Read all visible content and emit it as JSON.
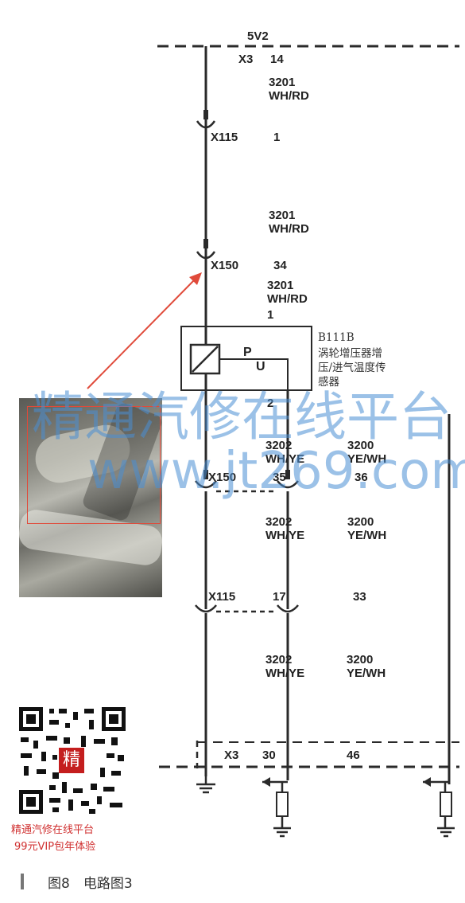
{
  "diagram": {
    "supply_label": "5V2",
    "x3_top": {
      "connector": "X3",
      "pin": "14"
    },
    "wire_top1": {
      "number": "3201",
      "color": "WH/RD"
    },
    "x115_top": {
      "connector": "X115",
      "pin": "1"
    },
    "wire_top2": {
      "number": "3201",
      "color": "WH/RD"
    },
    "x150_top": {
      "connector": "X150",
      "pin": "34"
    },
    "wire_top3": {
      "number": "3201",
      "color": "WH/RD",
      "sensor_pin": "1"
    },
    "sensor": {
      "id": "B111B",
      "description": "涡轮增压器增\n压/进气温度传\n感器",
      "label_p": "P",
      "label_u": "U",
      "pin_bottom": "2"
    },
    "wire_mid1_left": {
      "number": "3202",
      "color": "WH/YE"
    },
    "wire_mid1_right": {
      "number": "3200",
      "color": "YE/WH"
    },
    "x150_bottom": {
      "connector": "X150",
      "pin_left": "35",
      "pin_right": "36"
    },
    "wire_mid2_left": {
      "number": "3202",
      "color": "WH/YE"
    },
    "wire_mid2_right": {
      "number": "3200",
      "color": "YE/WH"
    },
    "x115_bottom": {
      "connector": "X115",
      "pin_left": "17",
      "pin_right": "33"
    },
    "wire_low_left": {
      "number": "3202",
      "color": "WH/YE"
    },
    "wire_low_right": {
      "number": "3200",
      "color": "YE/WH"
    },
    "x3_bottom": {
      "connector": "X3",
      "pin_left": "30",
      "pin_right": "46"
    }
  },
  "watermark": {
    "line1": "精通汽修在线平台",
    "line2": "www.jt269.com"
  },
  "promo": {
    "line1": "精通汽修在线平台",
    "line2": "99元VIP包年体验",
    "qr_char": "精"
  },
  "caption": "图8　电路图3",
  "colors": {
    "line": "#2a2a2a",
    "arrow": "#e04a3a",
    "watermark": "#4a8fd4",
    "promo": "#d03030"
  }
}
